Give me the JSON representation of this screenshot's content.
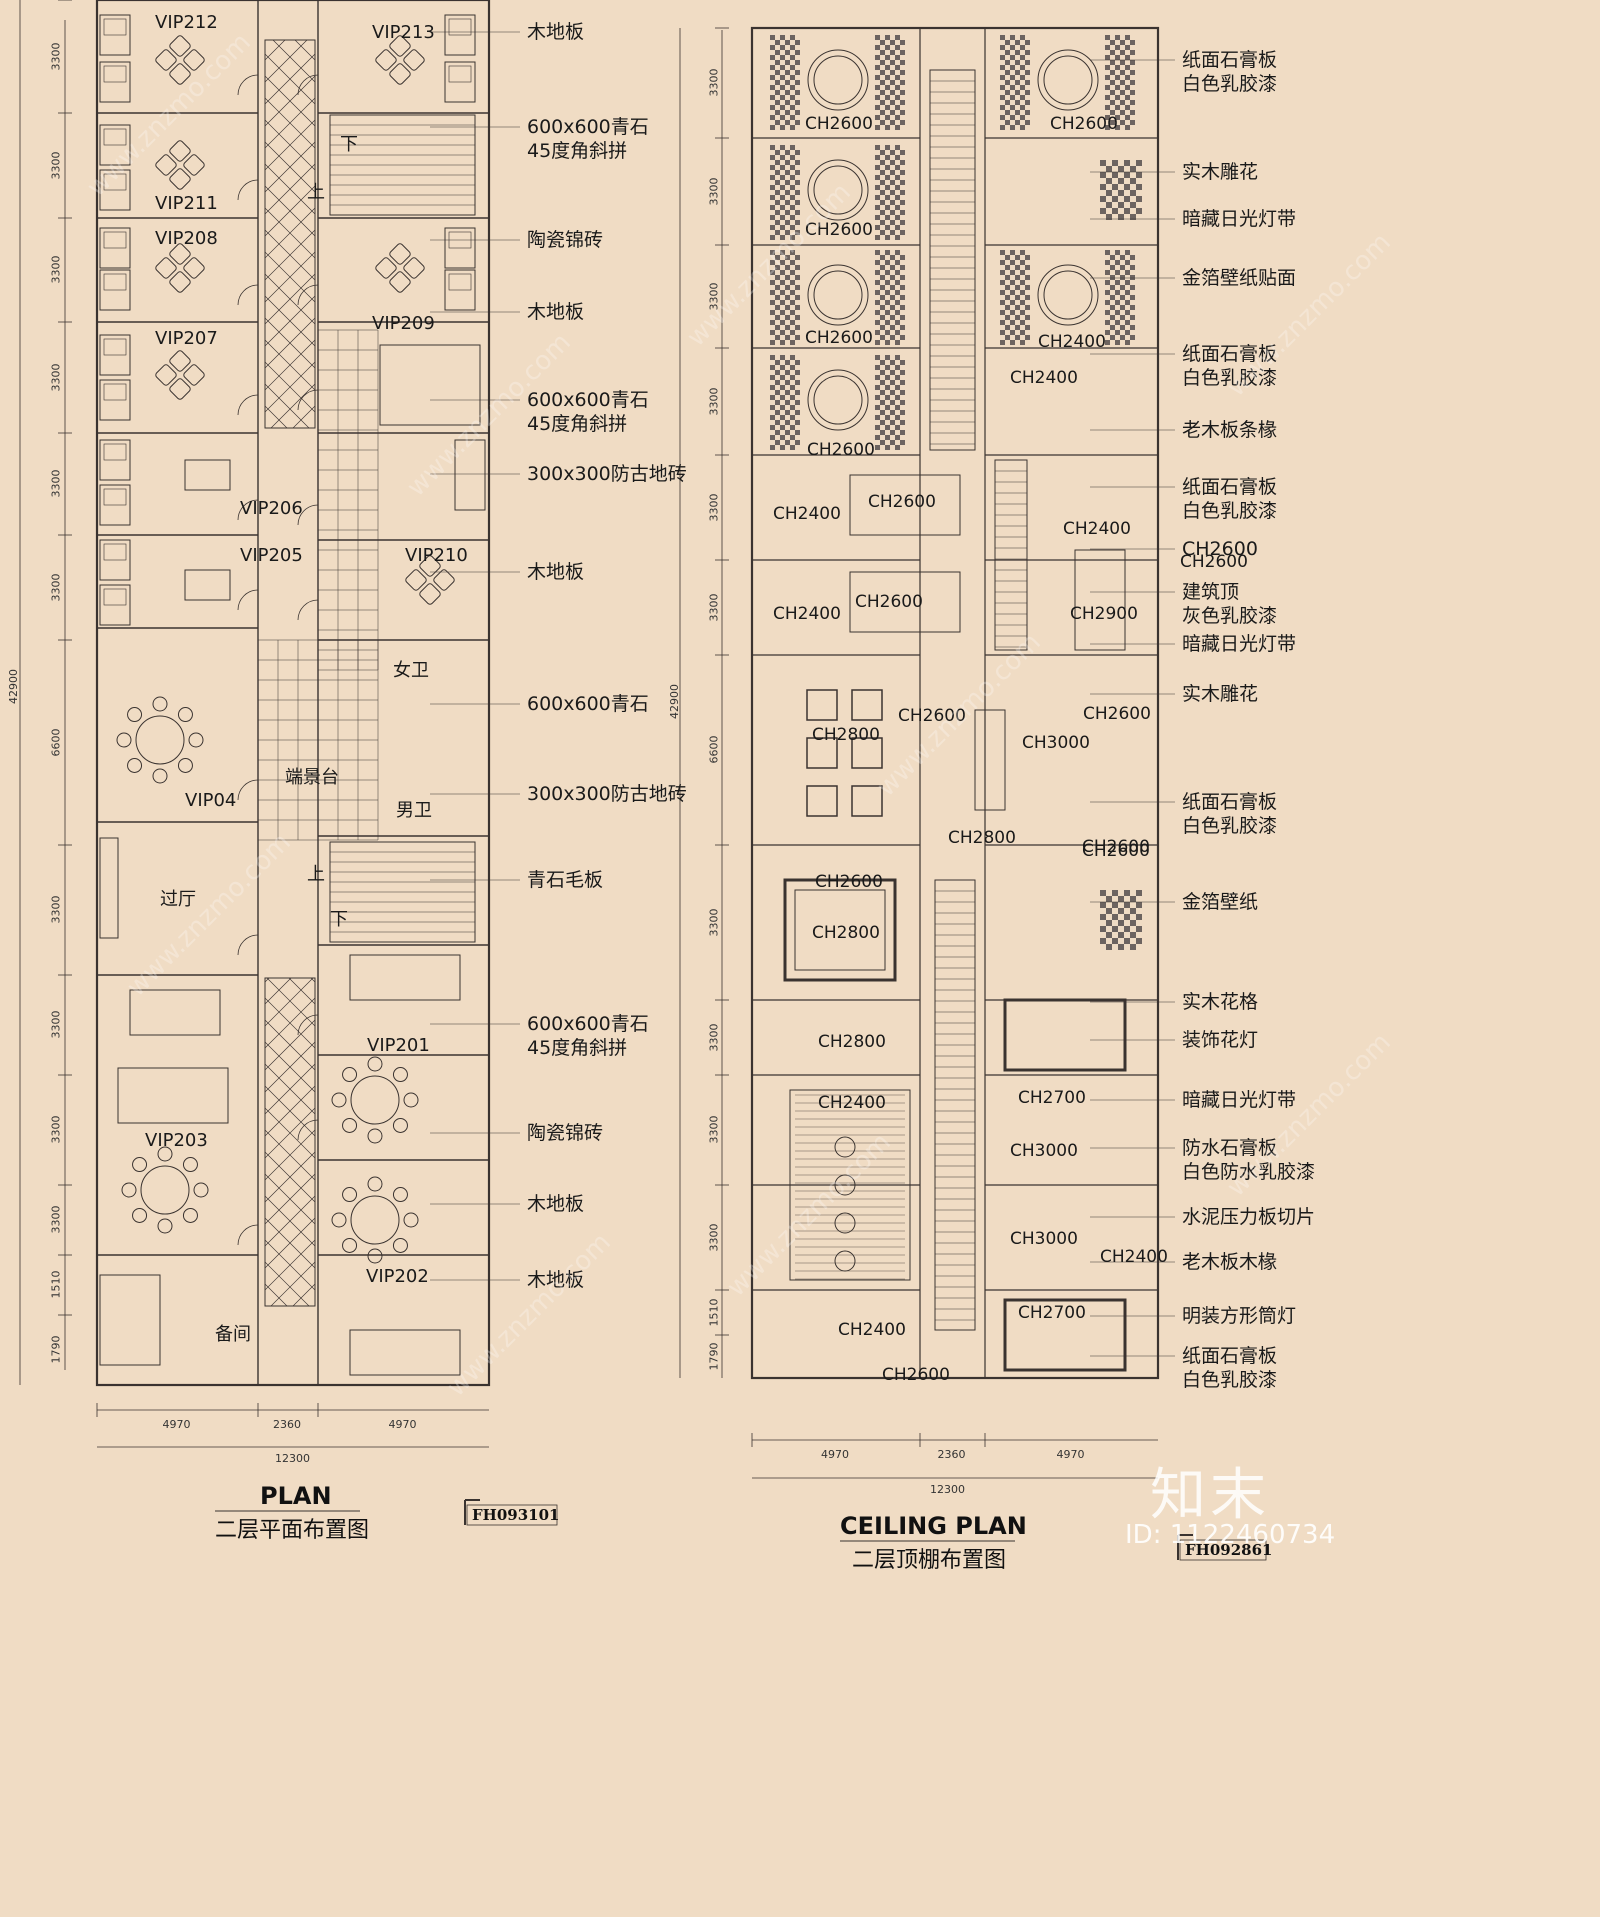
{
  "plan": {
    "title_en": "PLAN",
    "title_cn": "二层平面布置图",
    "code": "FH093101",
    "rooms": [
      "VIP212",
      "VIP213",
      "VIP211",
      "VIP208",
      "VIP209",
      "VIP207",
      "VIP206",
      "VIP205",
      "VIP210",
      "女卫",
      "VIP04",
      "端景台",
      "男卫",
      "过厅",
      "VIP201",
      "VIP203",
      "VIP202",
      "备间"
    ],
    "stairs": [
      "下",
      "上",
      "上",
      "下"
    ],
    "labels": [
      "木地板",
      "600x600青石\n45度角斜拼",
      "陶瓷锦砖",
      "木地板",
      "600x600青石\n45度角斜拼",
      "300x300防古地砖",
      "木地板",
      "600x600青石",
      "300x300防古地砖",
      "青石毛板",
      "600x600青石\n45度角斜拼",
      "陶瓷锦砖",
      "木地板",
      "木地板"
    ],
    "vdims": [
      "3300",
      "3300",
      "3300",
      "3300",
      "3300",
      "3300",
      "6600",
      "3300",
      "3300",
      "3300",
      "3300",
      "1510",
      "1790"
    ],
    "total_v": "42900",
    "hdims": [
      "4970",
      "2360",
      "4970"
    ],
    "total_h": "12300"
  },
  "ceiling": {
    "title_en": "CEILING PLAN",
    "title_cn": "二层顶棚布置图",
    "code": "FH092861",
    "heights": [
      "CH2600",
      "CH2600",
      "CH2600",
      "CH2600",
      "CH2600",
      "CH2400",
      "CH2600",
      "CH2400",
      "CH2600",
      "CH2400",
      "CH2600",
      "CH2400",
      "CH2400",
      "CH2600",
      "CH2900",
      "CH2800",
      "CH2600",
      "CH3000",
      "CH2600",
      "CH2800",
      "CH2600",
      "CH2600",
      "CH2800",
      "CH2800",
      "CH2700",
      "CH2400",
      "CH3000",
      "CH3000",
      "CH2400",
      "CH2700",
      "CH2400",
      "CH2600"
    ],
    "labels": [
      "纸面石膏板\n白色乳胶漆",
      "实木雕花",
      "暗藏日光灯带",
      "金箔壁纸贴面",
      "纸面石膏板\n白色乳胶漆",
      "老木板条椽",
      "纸面石膏板\n白色乳胶漆",
      "CH2600",
      "建筑顶\n灰色乳胶漆",
      "暗藏日光灯带",
      "实木雕花",
      "纸面石膏板\n白色乳胶漆",
      "金箔壁纸",
      "实木花格",
      "装饰花灯",
      "暗藏日光灯带",
      "防水石膏板\n白色防水乳胶漆",
      "水泥压力板切片",
      "老木板木椽",
      "明装方形筒灯",
      "纸面石膏板\n白色乳胶漆"
    ],
    "vdims": [
      "3300",
      "3300",
      "3300",
      "3300",
      "3300",
      "3300",
      "6600",
      "3300",
      "3300",
      "3300",
      "3300",
      "1510",
      "1790"
    ],
    "total_v": "42900",
    "hdims": [
      "4970",
      "2360",
      "4970"
    ],
    "total_h": "12300"
  },
  "watermark": {
    "logo": "知末",
    "id": "ID: 1122460734",
    "site": "www.znzmo.com"
  },
  "colors": {
    "background": "#f0dcc4",
    "line": "#3a3330"
  }
}
